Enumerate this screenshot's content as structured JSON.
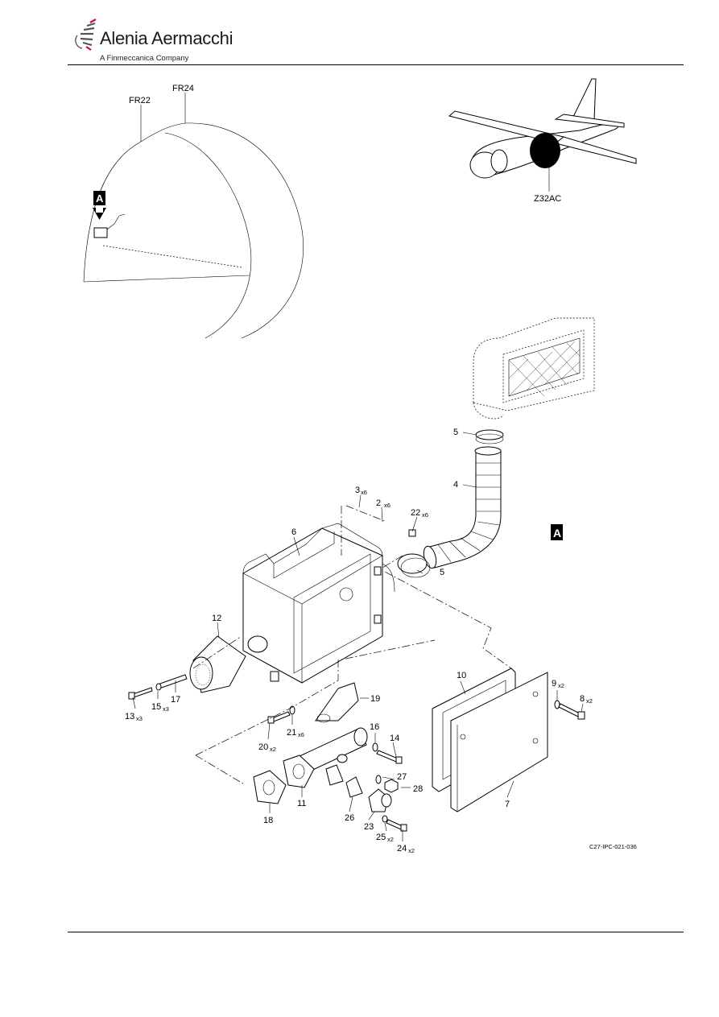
{
  "header": {
    "company_name": "Alenia Aermacchi",
    "company_tagline": "A Finmeccanica Company"
  },
  "figure": {
    "frame_labels": [
      "FR22",
      "FR24"
    ],
    "view_marker": "A",
    "zone_label": "Z32AC",
    "figure_code": "C27-IPC-021-036",
    "callouts": [
      {
        "item": "2",
        "qty": "x6"
      },
      {
        "item": "3",
        "qty": "x6"
      },
      {
        "item": "4",
        "qty": ""
      },
      {
        "item": "5",
        "qty": ""
      },
      {
        "item": "5",
        "qty": ""
      },
      {
        "item": "6",
        "qty": ""
      },
      {
        "item": "7",
        "qty": ""
      },
      {
        "item": "8",
        "qty": "x2"
      },
      {
        "item": "9",
        "qty": "x2"
      },
      {
        "item": "10",
        "qty": ""
      },
      {
        "item": "11",
        "qty": ""
      },
      {
        "item": "12",
        "qty": ""
      },
      {
        "item": "13",
        "qty": "x3"
      },
      {
        "item": "14",
        "qty": ""
      },
      {
        "item": "15",
        "qty": "x3"
      },
      {
        "item": "16",
        "qty": ""
      },
      {
        "item": "17",
        "qty": ""
      },
      {
        "item": "18",
        "qty": ""
      },
      {
        "item": "19",
        "qty": ""
      },
      {
        "item": "20",
        "qty": "x2"
      },
      {
        "item": "21",
        "qty": "x6"
      },
      {
        "item": "22",
        "qty": "x6"
      },
      {
        "item": "23",
        "qty": ""
      },
      {
        "item": "24",
        "qty": "x2"
      },
      {
        "item": "25",
        "qty": "x2"
      },
      {
        "item": "26",
        "qty": ""
      },
      {
        "item": "27",
        "qty": ""
      },
      {
        "item": "28",
        "qty": ""
      }
    ]
  }
}
